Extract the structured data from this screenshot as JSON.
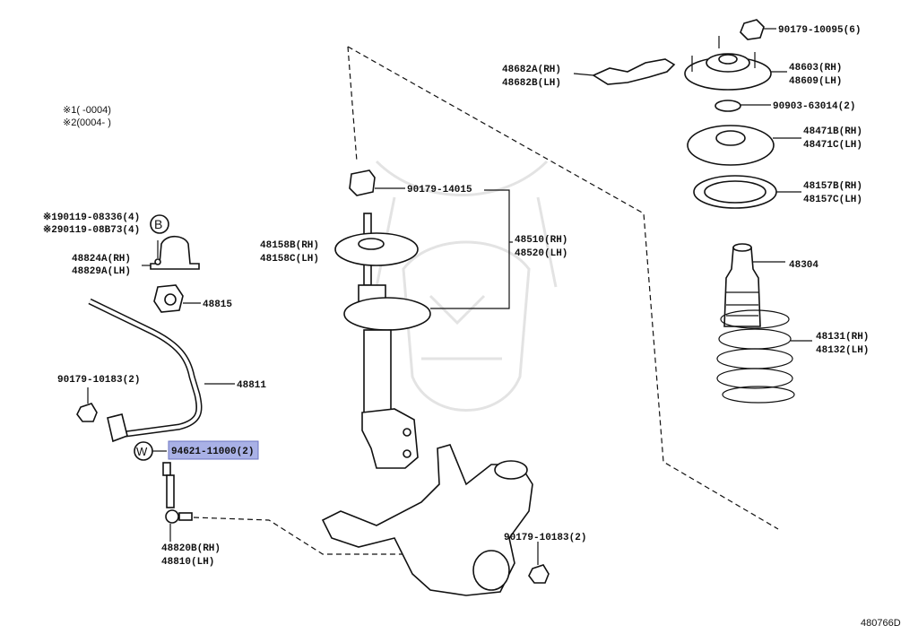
{
  "notes": {
    "line1": "※1(     -0004)",
    "line2": "※2(0004-     )"
  },
  "bubbles": {
    "b": "B",
    "w": "W"
  },
  "labels": {
    "p90179_10095": "90179-10095(6)",
    "p48682a": "48682A(RH)",
    "p48682b": "48682B(LH)",
    "p48603": "48603(RH)",
    "p48609": "48609(LH)",
    "p90903": "90903-63014(2)",
    "p48471b": "48471B(RH)",
    "p48471c": "48471C(LH)",
    "p48157b": "48157B(RH)",
    "p48157c": "48157C(LH)",
    "p48304": "48304",
    "p48131": "48131(RH)",
    "p48132": "48132(LH)",
    "p90179_14015": "90179-14015",
    "p48510": "48510(RH)",
    "p48520": "48520(LH)",
    "p48158b": "48158B(RH)",
    "p48158c": "48158C(LH)",
    "p90119_1": "※190119-08336(4)",
    "p90119_2": "※290119-08B73(4)",
    "p48824a": "48824A(RH)",
    "p48829a": "48829A(LH)",
    "p48815": "48815",
    "p48811": "48811",
    "p90179_10183a": "90179-10183(2)",
    "p94621": "94621-11000(2)",
    "p48820b": "48820B(RH)",
    "p48810": "48810(LH)",
    "p90179_10183b": "90179-10183(2)"
  },
  "diagram_id": "480766D",
  "colors": {
    "highlight": "#a9b1e6",
    "highlight_border": "#6b74c2"
  }
}
